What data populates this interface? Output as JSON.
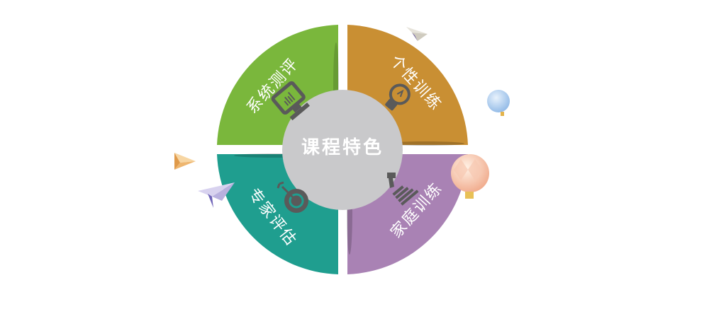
{
  "diagram": {
    "center": {
      "title": "课程特色",
      "color": "#c9c9cb"
    },
    "segments": [
      {
        "id": "top-left",
        "label": "系统测评",
        "color": "#7ab73c",
        "icon": "monitor-chart-icon"
      },
      {
        "id": "top-right",
        "label": "个性训练",
        "color": "#c98f33",
        "icon": "lightbulb-icon"
      },
      {
        "id": "bottom-left",
        "label": "专家评估",
        "color": "#1f9e8f",
        "icon": "target-dart-icon"
      },
      {
        "id": "bottom-right",
        "label": "家庭训练",
        "color": "#a982b4",
        "icon": "hand-stack-icon"
      }
    ],
    "icon_color": "#5a5a5a",
    "decorations": [
      "paper-plane-top",
      "balloon-blue",
      "balloon-peach",
      "paper-plane-orange",
      "paper-plane-purple"
    ]
  }
}
